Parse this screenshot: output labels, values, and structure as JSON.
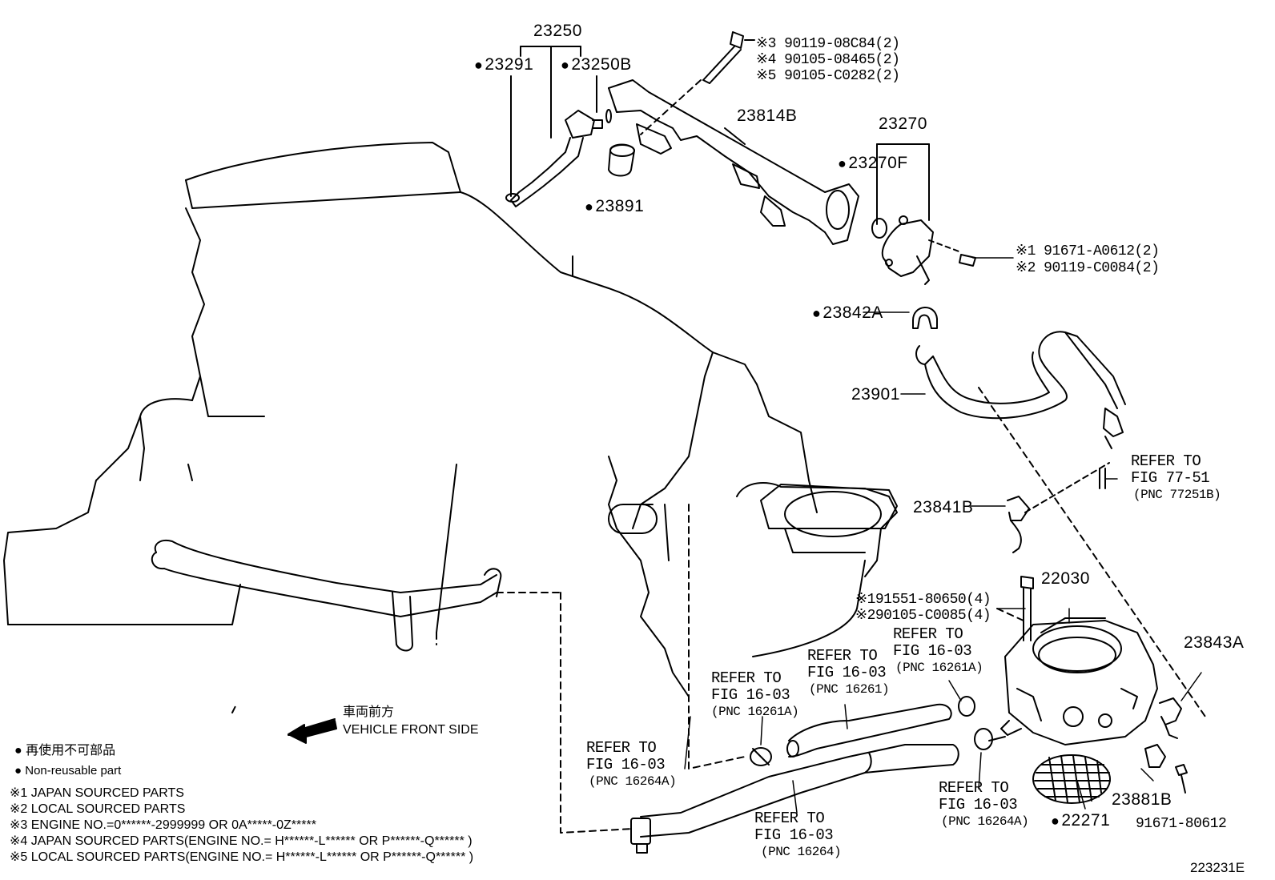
{
  "part_numbers": {
    "p23250": "23250",
    "p23291": "23291",
    "p23250B": "23250B",
    "p23891": "23891",
    "p23814B": "23814B",
    "p23270": "23270",
    "p23270F": "23270F",
    "p23842A": "23842A",
    "p23901": "23901",
    "p23841B": "23841B",
    "p22030": "22030",
    "p23843A": "23843A",
    "p23881B": "23881B",
    "p22271": "22271",
    "p91671_80612": "91671-80612"
  },
  "bolt_refs": {
    "top": [
      "※3 90119-08C84(2)",
      "※4 90105-08465(2)",
      "※5 90105-C0282(2)"
    ],
    "mid": [
      "※1 91671-A0612(2)",
      "※2 90119-C0084(2)"
    ],
    "throttle": [
      "※191551-80650(4)",
      "※290105-C0085(4)"
    ]
  },
  "refer_notes": {
    "fig77": [
      "REFER TO",
      "FIG 77-51",
      "(PNC 77251B)"
    ],
    "f16261a_left": [
      "REFER TO",
      "FIG 16-03",
      "(PNC 16261A)"
    ],
    "f16261": [
      "REFER TO",
      "FIG 16-03",
      "(PNC 16261)"
    ],
    "f16261a_right": [
      "REFER TO",
      "FIG 16-03",
      "(PNC 16261A)"
    ],
    "f16264a_left": [
      "REFER TO",
      "FIG 16-03",
      "(PNC 16264A)"
    ],
    "f16264": [
      "REFER TO",
      "FIG 16-03",
      "(PNC 16264)"
    ],
    "f16264a_right": [
      "REFER TO",
      "FIG 16-03",
      "(PNC 16264A)"
    ]
  },
  "front_indicator": {
    "japanese": "車両前方",
    "english": "VEHICLE FRONT SIDE"
  },
  "legend": {
    "nonreusable_jp": "再使用不可部品",
    "nonreusable_en": "Non-reusable part",
    "notes": [
      "※1 JAPAN SOURCED PARTS",
      "※2 LOCAL SOURCED PARTS",
      "※3 ENGINE NO.=0******-2999999 OR 0A*****-0Z*****",
      "※4 JAPAN SOURCED PARTS(ENGINE NO.= H******-L****** OR P******-Q****** )",
      "※5 LOCAL SOURCED PARTS(ENGINE NO.= H******-L****** OR P******-Q****** )"
    ]
  },
  "figure_id": "223231E"
}
